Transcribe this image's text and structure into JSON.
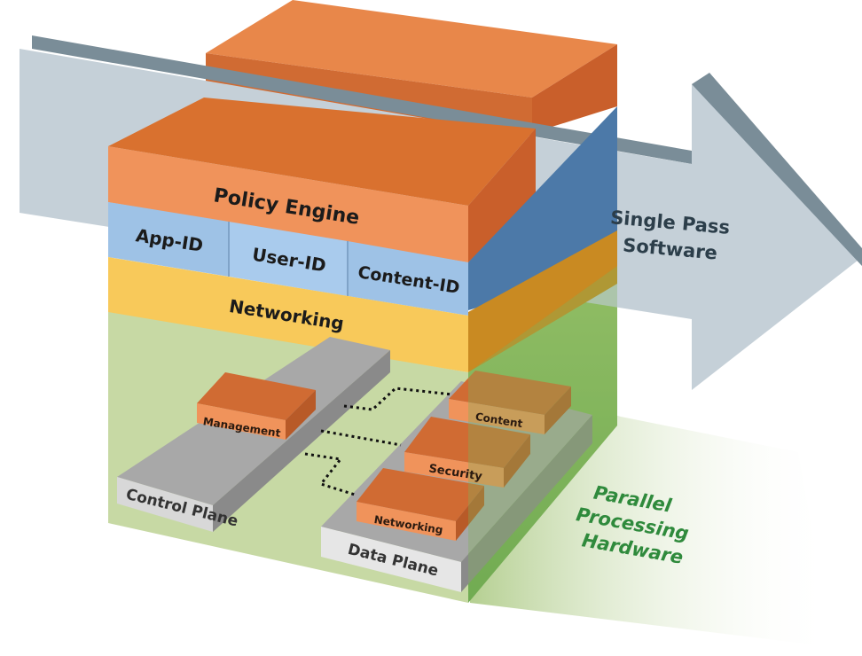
{
  "software": {
    "arrow_label_line1": "Single Pass",
    "arrow_label_line2": "Software",
    "layers": {
      "policy_engine": "Policy Engine",
      "app_id": "App-ID",
      "user_id": "User-ID",
      "content_id": "Content-ID",
      "networking": "Networking"
    }
  },
  "hardware": {
    "label_line1": "Parallel",
    "label_line2": "Processing",
    "label_line3": "Hardware",
    "control_plane": "Control Plane",
    "data_plane": "Data Plane",
    "blocks": {
      "management": "Management",
      "content": "Content",
      "security": "Security",
      "networking": "Networking"
    }
  },
  "colors": {
    "orange": "#e07a3f",
    "orange_light": "#f0935b",
    "blue": "#9ec2e6",
    "blue_dark": "#4c79a8",
    "yellow": "#f8c95a",
    "green_panel": "#c7d9a4",
    "green_text": "#2f8a3c",
    "arrow": "#c5d0d8",
    "arrow_dark": "#7a8d98"
  }
}
